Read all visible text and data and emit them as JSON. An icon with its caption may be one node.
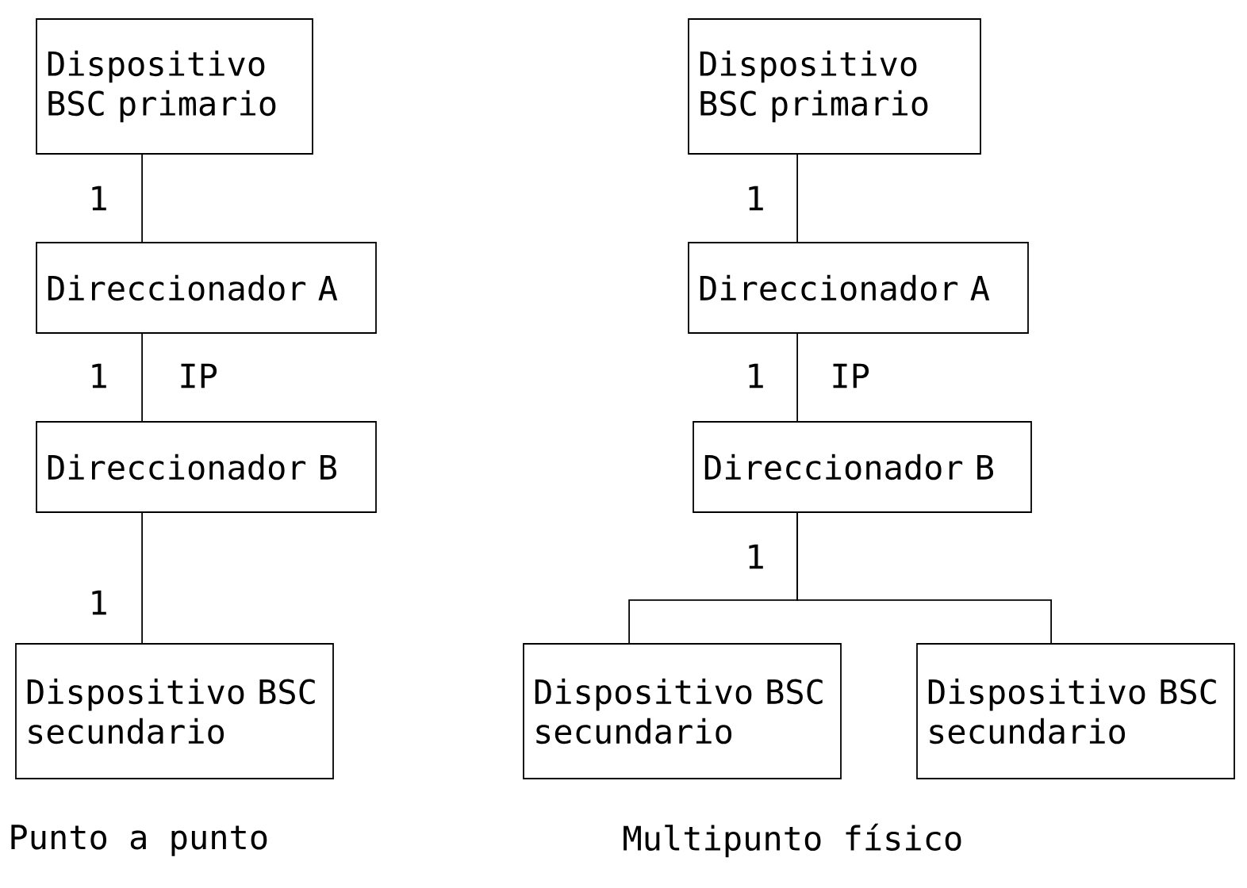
{
  "diagram": {
    "nodes": [
      {
        "text": [
          "Dispositivo BSC primario"
        ]
      },
      {
        "text": [
          "Direccionador A"
        ]
      },
      {
        "text": [
          "Direccionador B"
        ]
      },
      {
        "text": [
          "Dispositivo BSC secundario"
        ]
      },
      {
        "text": [
          "Dispositivo BSC primario"
        ]
      },
      {
        "text": [
          "Direccionador A"
        ]
      },
      {
        "text": [
          "Direccionador B"
        ]
      },
      {
        "text": [
          "Dispositivo BSC secundario"
        ]
      },
      {
        "text": [
          "Dispositivo BSC secundario"
        ]
      }
    ],
    "edges": [
      {
        "from": 0,
        "to": 1,
        "arrow": "none",
        "label": "1"
      },
      {
        "from": 1,
        "to": 2,
        "arrow": "none",
        "label": "1"
      },
      {
        "from": 2,
        "to": 3,
        "arrow": "none",
        "label": "1"
      },
      {
        "from": 4,
        "to": 5,
        "arrow": "none",
        "label": "1"
      },
      {
        "from": 5,
        "to": 6,
        "arrow": "none",
        "label": "1"
      },
      {
        "from": 6,
        "to": 7,
        "arrow": "none",
        "label": "1"
      },
      {
        "from": 6,
        "to": 8,
        "arrow": "none"
      }
    ],
    "labels": [
      "IP",
      "IP",
      "Punto a punto",
      "Multipunto físico"
    ]
  }
}
